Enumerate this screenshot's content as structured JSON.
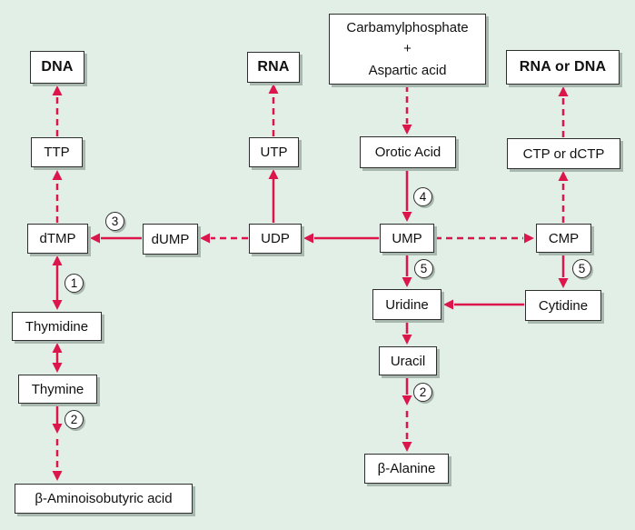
{
  "colors": {
    "background": "#e1efe7",
    "arrow": "#dc164b",
    "box_border": "#2e2e2e",
    "box_shadow": "#a9b8ae"
  },
  "diagram": {
    "nodes": {
      "dna": {
        "label": "DNA"
      },
      "rna": {
        "label": "RNA"
      },
      "carbamyl": {
        "line1": "Carbamylphosphate",
        "line2": "+",
        "line3": "Aspartic acid"
      },
      "rna_or_dna": {
        "label": "RNA or DNA"
      },
      "ttp": {
        "label": "TTP"
      },
      "utp": {
        "label": "UTP"
      },
      "orotic_acid": {
        "label": "Orotic Acid"
      },
      "ctp_or_dctp": {
        "label": "CTP or dCTP"
      },
      "dtmp": {
        "label": "dTMP"
      },
      "dump": {
        "label": "dUMP"
      },
      "udp": {
        "label": "UDP"
      },
      "ump": {
        "label": "UMP"
      },
      "cmp": {
        "label": "CMP"
      },
      "thymidine": {
        "label": "Thymidine"
      },
      "uridine": {
        "label": "Uridine"
      },
      "cytidine": {
        "label": "Cytidine"
      },
      "thymine": {
        "label": "Thymine"
      },
      "uracil": {
        "label": "Uracil"
      },
      "beta_alanine": {
        "label": "β-Alanine"
      },
      "beta_aminoisobutyric_acid": {
        "label": "β-Aminoisobutyric acid"
      }
    },
    "steps": {
      "step1": "1",
      "step2_thymine": "2",
      "step2_uracil": "2",
      "step3": "3",
      "step4": "4",
      "step5_ump": "5",
      "step5_cmp": "5"
    },
    "edges": [
      {
        "from": "TTP",
        "to": "DNA",
        "style": "dashed"
      },
      {
        "from": "dTMP",
        "to": "TTP",
        "style": "dashed"
      },
      {
        "from": "dUMP",
        "to": "dTMP",
        "style": "solid",
        "step": "3"
      },
      {
        "from": "UDP",
        "to": "dUMP",
        "style": "dashed"
      },
      {
        "from": "UMP",
        "to": "UDP",
        "style": "solid"
      },
      {
        "from": "UTP",
        "to": "RNA",
        "style": "dashed"
      },
      {
        "from": "UDP",
        "to": "UTP",
        "style": "solid"
      },
      {
        "from": "Carbamylphosphate + Aspartic acid",
        "to": "Orotic Acid",
        "style": "dashed"
      },
      {
        "from": "Orotic Acid",
        "to": "UMP",
        "style": "solid",
        "step": "4"
      },
      {
        "from": "UMP",
        "to": "CMP",
        "style": "dashed"
      },
      {
        "from": "CMP",
        "to": "CTP or dCTP",
        "style": "dashed"
      },
      {
        "from": "CTP or dCTP",
        "to": "RNA or DNA",
        "style": "dashed"
      },
      {
        "from": "UMP",
        "to": "Uridine",
        "style": "solid",
        "step": "5"
      },
      {
        "from": "CMP",
        "to": "Cytidine",
        "style": "solid",
        "step": "5"
      },
      {
        "from": "Cytidine",
        "to": "Uridine",
        "style": "solid"
      },
      {
        "from": "Uridine",
        "to": "Uracil",
        "style": "solid"
      },
      {
        "from": "Uracil",
        "to": "β-Alanine",
        "style": "solid-then-dashed",
        "step": "2"
      },
      {
        "from": "dTMP",
        "to": "Thymidine",
        "style": "solid",
        "direction": "both",
        "step": "1"
      },
      {
        "from": "Thymidine",
        "to": "Thymine",
        "style": "solid",
        "direction": "both"
      },
      {
        "from": "Thymine",
        "to": "β-Aminoisobutyric acid",
        "style": "solid-then-dashed",
        "step": "2"
      }
    ]
  }
}
